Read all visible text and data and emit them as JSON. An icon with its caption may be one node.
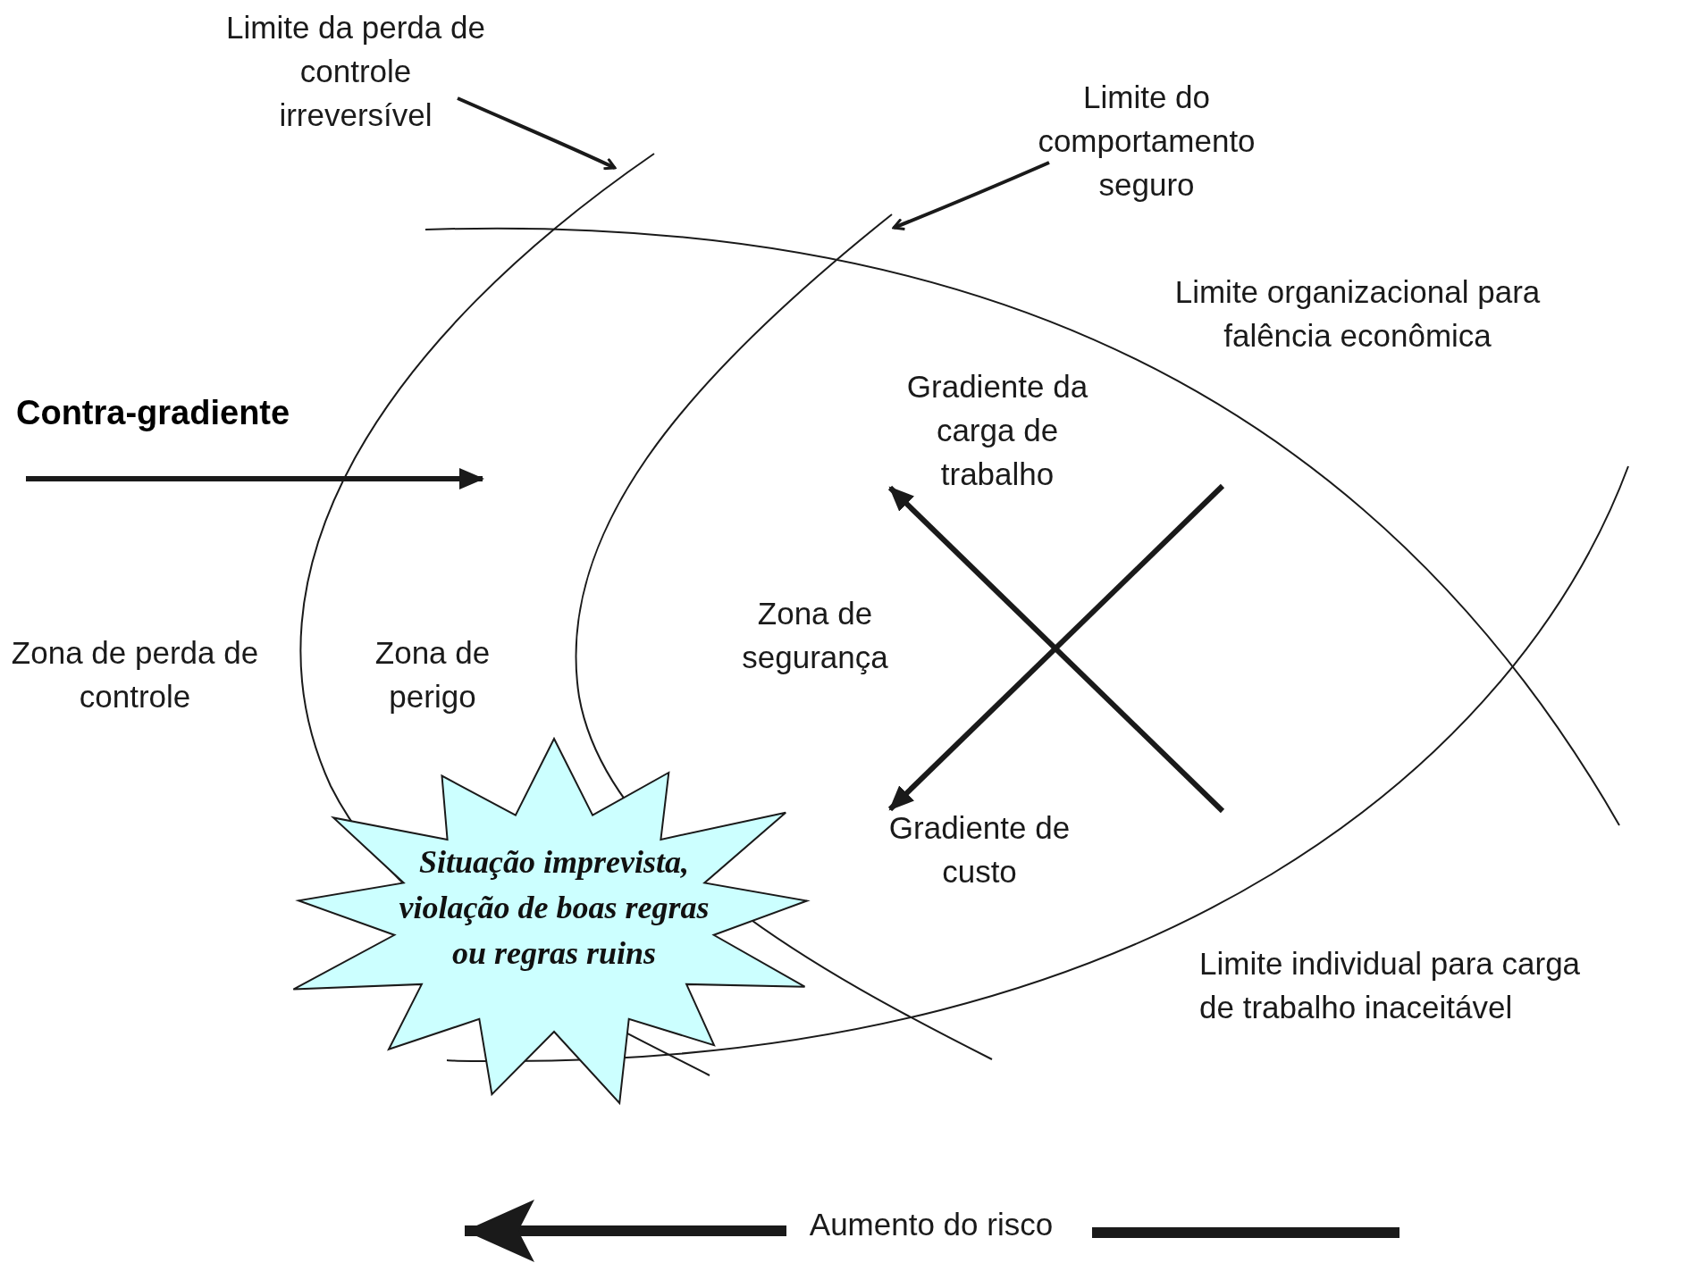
{
  "diagram": {
    "nodes": [
      {
        "text": [
          "Limite da perda de controle irreversível"
        ]
      },
      {
        "text": [
          "Limite do comportamento seguro"
        ]
      },
      {
        "text": [
          "Situação imprevista, violação de boas regras ou regras ruins"
        ]
      }
    ],
    "edges": [
      {
        "from": 0,
        "to": null,
        "arrow": "to"
      },
      {
        "from": 1,
        "to": null,
        "arrow": "to"
      }
    ],
    "labels": [
      "Limite organizacional para falência econômica",
      "Gradiente da carga de trabalho",
      "Contra-gradiente",
      "Zona de segurança",
      "Zona de perda de controle",
      "Zona de perigo",
      "Gradiente de custo",
      "Limite individual para carga de trabalho inaceitável",
      "Aumento do risco"
    ]
  }
}
